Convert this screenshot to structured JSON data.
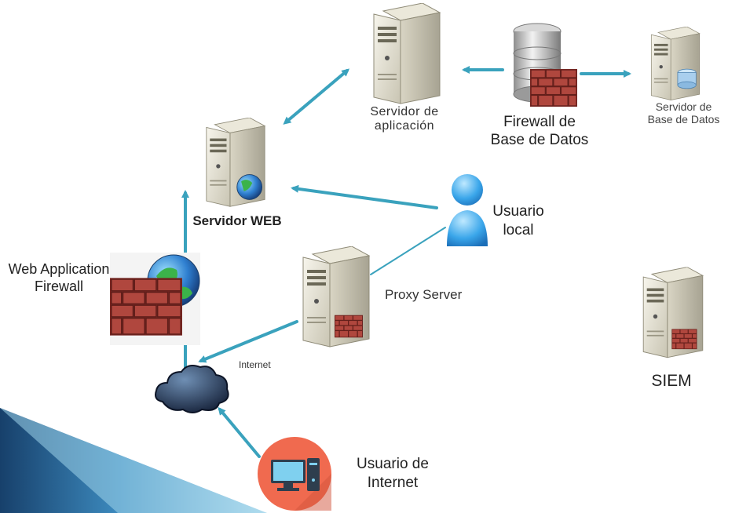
{
  "nodes": {
    "app_server": {
      "line1": "Servidor de",
      "line2": "aplicación"
    },
    "db_firewall": {
      "line1": "Firewall de",
      "line2": "Base de Datos"
    },
    "db_server": {
      "line1": "Servidor de",
      "line2": "Base de Datos"
    },
    "web_server": {
      "label": "Servidor WEB"
    },
    "local_user": {
      "line1": "Usuario",
      "line2": "local"
    },
    "waf": {
      "line1": "Web Application",
      "line2": "Firewall"
    },
    "proxy": {
      "label": "Proxy Server"
    },
    "internet": {
      "label": "Internet"
    },
    "siem": {
      "label": "SIEM"
    },
    "internet_user": {
      "line1": "Usuario de",
      "line2": "Internet"
    }
  },
  "colors": {
    "arrow": "#3aa2bd",
    "firewall_brick": "#a6403a",
    "user_blue": "#3a9ee6",
    "user_icon_bg": "#f06a4f",
    "ribbon_dark": "#1f4f7a",
    "ribbon_light": "#9cd3ea"
  },
  "icons": [
    "server-icon",
    "database-icon",
    "brick-wall-icon",
    "globe-icon",
    "user-icon",
    "cloud-icon",
    "computer-icon"
  ]
}
